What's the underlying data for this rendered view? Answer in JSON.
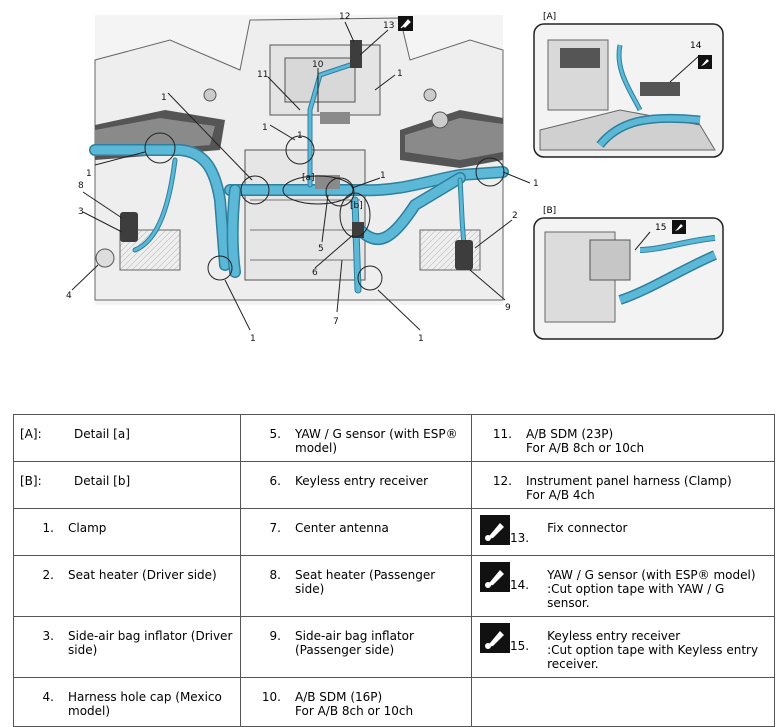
{
  "figure": {
    "detail_a_label": "[A]",
    "detail_b_label": "[B]",
    "inset_a_marker": "[a]",
    "inset_b_marker": "[b]",
    "callouts": [
      "1",
      "1",
      "1",
      "1",
      "1",
      "1",
      "1",
      "1",
      "1",
      "2",
      "3",
      "4",
      "5",
      "6",
      "7",
      "8",
      "9",
      "10",
      "11",
      "12",
      "13",
      "14",
      "15"
    ]
  },
  "legend": {
    "rows": [
      [
        {
          "num": "[A]:",
          "lines": [
            "Detail [a]"
          ]
        },
        {
          "num": "5.",
          "lines": [
            "YAW / G sensor (with ESP® model)"
          ]
        },
        {
          "num": "11.",
          "lines": [
            "A/B SDM (23P)",
            "For A/B 8ch or 10ch"
          ]
        }
      ],
      [
        {
          "num": "[B]:",
          "lines": [
            "Detail [b]"
          ]
        },
        {
          "num": "6.",
          "lines": [
            "Keyless entry receiver"
          ]
        },
        {
          "num": "12.",
          "lines": [
            "Instrument panel harness (Clamp)",
            "For A/B 4ch"
          ]
        }
      ],
      [
        {
          "num": "1.",
          "lines": [
            "Clamp"
          ]
        },
        {
          "num": "7.",
          "lines": [
            "Center antenna"
          ]
        },
        {
          "num": "13.",
          "tool": true,
          "lines": [
            "Fix connector"
          ]
        }
      ],
      [
        {
          "num": "2.",
          "lines": [
            "Seat heater (Driver side)"
          ]
        },
        {
          "num": "8.",
          "lines": [
            "Seat heater (Passenger side)"
          ]
        },
        {
          "num": "14.",
          "tool": true,
          "lines": [
            "YAW / G sensor (with ESP® model)",
            ":Cut option tape with YAW / G sensor."
          ]
        }
      ],
      [
        {
          "num": "3.",
          "lines": [
            "Side-air bag inflator (Driver",
            "side)"
          ]
        },
        {
          "num": "9.",
          "lines": [
            "Side-air bag inflator",
            "(Passenger side)"
          ]
        },
        {
          "num": "15.",
          "tool": true,
          "lines": [
            "Keyless entry receiver",
            ":Cut option tape with Keyless entry",
            "receiver."
          ]
        }
      ],
      [
        {
          "num": "4.",
          "lines": [
            "Harness hole cap (Mexico",
            "model)"
          ]
        },
        {
          "num": "10.",
          "lines": [
            "A/B SDM (16P)",
            "For A/B 8ch or 10ch"
          ]
        },
        {
          "num": "",
          "lines": []
        }
      ]
    ]
  },
  "colors": {
    "harness": "#5bb8d6",
    "harness_dark": "#2f7f9e",
    "line_art": "#4a4a4a",
    "shade": "#cfcfcf"
  }
}
